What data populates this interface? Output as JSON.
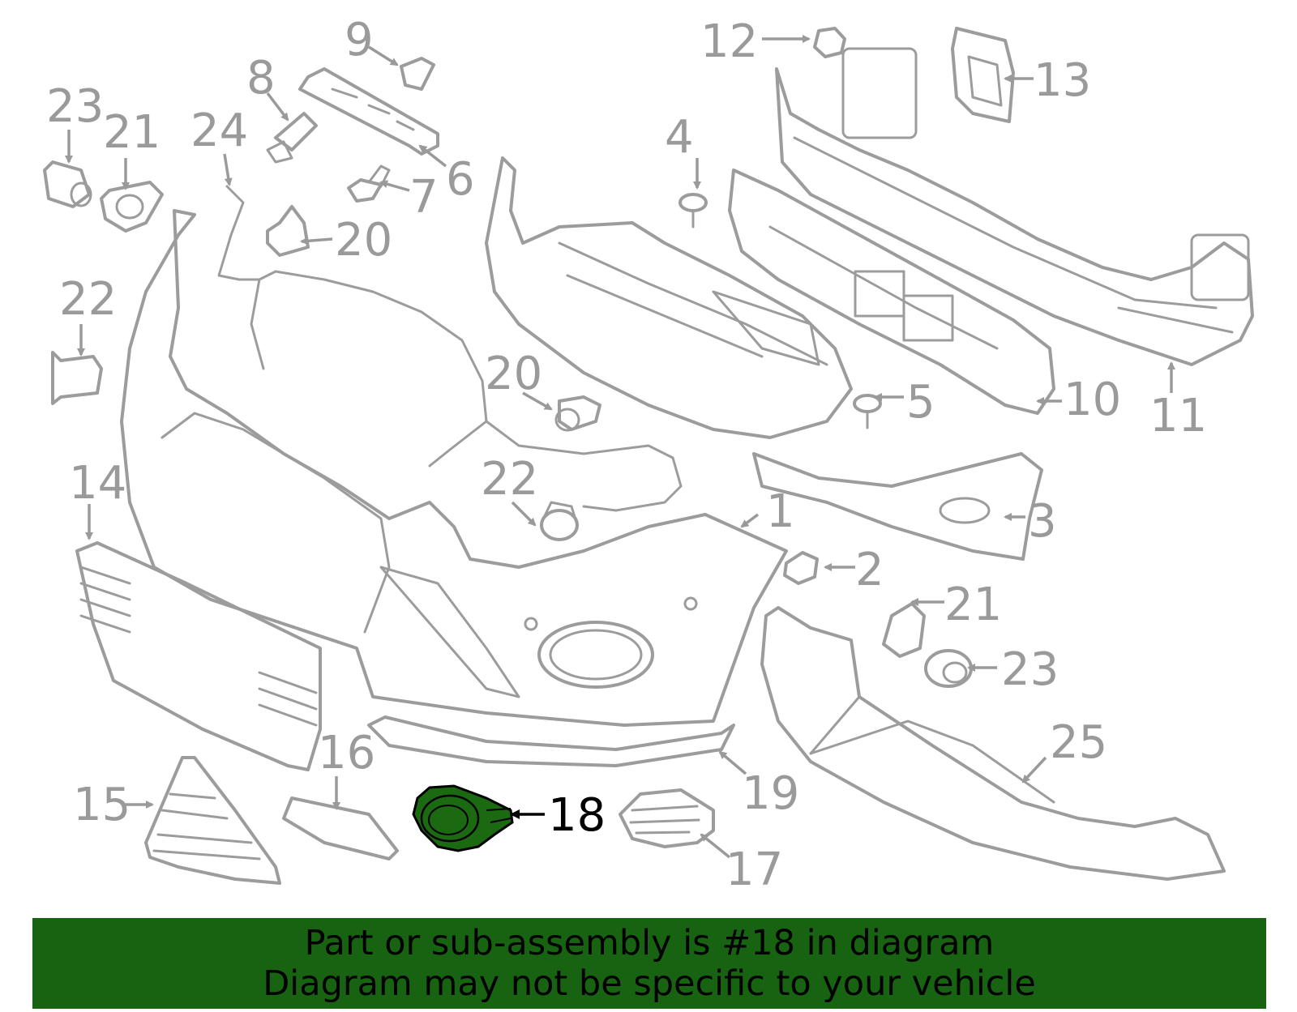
{
  "highlight_color": "#1b6a12",
  "banner_color": "#186312",
  "callouts": [
    {
      "id": "1",
      "label": "1"
    },
    {
      "id": "2",
      "label": "2"
    },
    {
      "id": "3",
      "label": "3"
    },
    {
      "id": "4",
      "label": "4"
    },
    {
      "id": "5",
      "label": "5"
    },
    {
      "id": "6",
      "label": "6"
    },
    {
      "id": "7",
      "label": "7"
    },
    {
      "id": "8",
      "label": "8"
    },
    {
      "id": "9",
      "label": "9"
    },
    {
      "id": "10",
      "label": "10"
    },
    {
      "id": "11",
      "label": "11"
    },
    {
      "id": "12",
      "label": "12"
    },
    {
      "id": "13",
      "label": "13"
    },
    {
      "id": "14",
      "label": "14"
    },
    {
      "id": "15",
      "label": "15"
    },
    {
      "id": "16",
      "label": "16"
    },
    {
      "id": "17",
      "label": "17"
    },
    {
      "id": "18",
      "label": "18",
      "highlighted": true
    },
    {
      "id": "19",
      "label": "19"
    },
    {
      "id": "20a",
      "label": "20"
    },
    {
      "id": "20b",
      "label": "20"
    },
    {
      "id": "21a",
      "label": "21"
    },
    {
      "id": "21b",
      "label": "21"
    },
    {
      "id": "22a",
      "label": "22"
    },
    {
      "id": "22b",
      "label": "22"
    },
    {
      "id": "23a",
      "label": "23"
    },
    {
      "id": "23b",
      "label": "23"
    },
    {
      "id": "24",
      "label": "24"
    },
    {
      "id": "25",
      "label": "25"
    }
  ],
  "banner": {
    "line1": "Part or sub-assembly is #18 in diagram",
    "line2": "Diagram may not be specific to your vehicle"
  }
}
